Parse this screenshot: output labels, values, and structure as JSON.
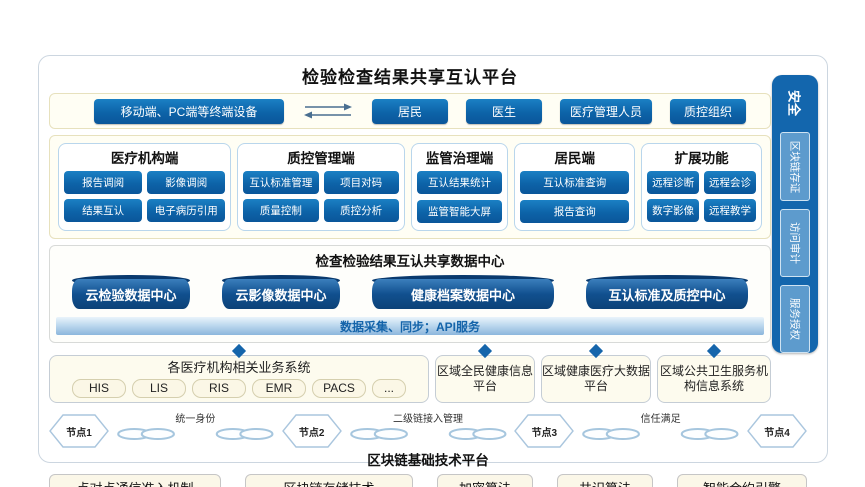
{
  "title": "检验检查结果共享互认平台",
  "access_layer": {
    "terminal": "移动端、PC端等终端设备",
    "roles": [
      "居民",
      "医生",
      "医疗管理人员",
      "质控组织"
    ]
  },
  "client_layer": {
    "sections": [
      {
        "title": "医疗机构端",
        "items": [
          "报告调阅",
          "影像调阅",
          "结果互认",
          "电子病历引用"
        ]
      },
      {
        "title": "质控管理端",
        "items": [
          "互认标准管理",
          "项目对码",
          "质量控制",
          "质控分析"
        ]
      },
      {
        "title": "监管治理端",
        "items": [
          "互认结果统计",
          "监管智能大屏"
        ]
      },
      {
        "title": "居民端",
        "items": [
          "互认标准查询",
          "报告查询"
        ]
      },
      {
        "title": "扩展功能",
        "items": [
          "远程诊断",
          "远程会诊",
          "数字影像",
          "远程教学"
        ]
      }
    ]
  },
  "data_layer": {
    "title": "检查检验结果互认共享数据中心",
    "centers": [
      "云检验数据中心",
      "云影像数据中心",
      "健康档案数据中心",
      "互认标准及质控中心"
    ],
    "service_bar": "数据采集、同步；API服务"
  },
  "source_layer": {
    "hospital": {
      "title": "各医疗机构相关业务系统",
      "items": [
        "HIS",
        "LIS",
        "RIS",
        "EMR",
        "PACS",
        "..."
      ]
    },
    "platforms": [
      "区域全民健康信息平台",
      "区域健康医疗大数据平台",
      "区域公共卫生服务机构信息系统"
    ]
  },
  "blockchain": {
    "nodes": [
      "节点1",
      "节点2",
      "节点3",
      "节点4"
    ],
    "links": [
      "统一身份",
      "二级链接入管理",
      "信任满足"
    ],
    "title": "区块链基础技术平台",
    "components": [
      "点对点通信准入机制",
      "区块链存储技术",
      "加密算法",
      "共识算法",
      "智能合约引擎"
    ]
  },
  "security": {
    "title": "安全",
    "items": [
      "区块链存证",
      "访问审计",
      "服务授权"
    ]
  },
  "colors": {
    "primary_blue": "#0d63a8",
    "cylinder_blue": "#11508f",
    "bar_text_blue": "#1464aa",
    "sidebar_blue": "#1366ad",
    "cream": "#fffef4"
  }
}
